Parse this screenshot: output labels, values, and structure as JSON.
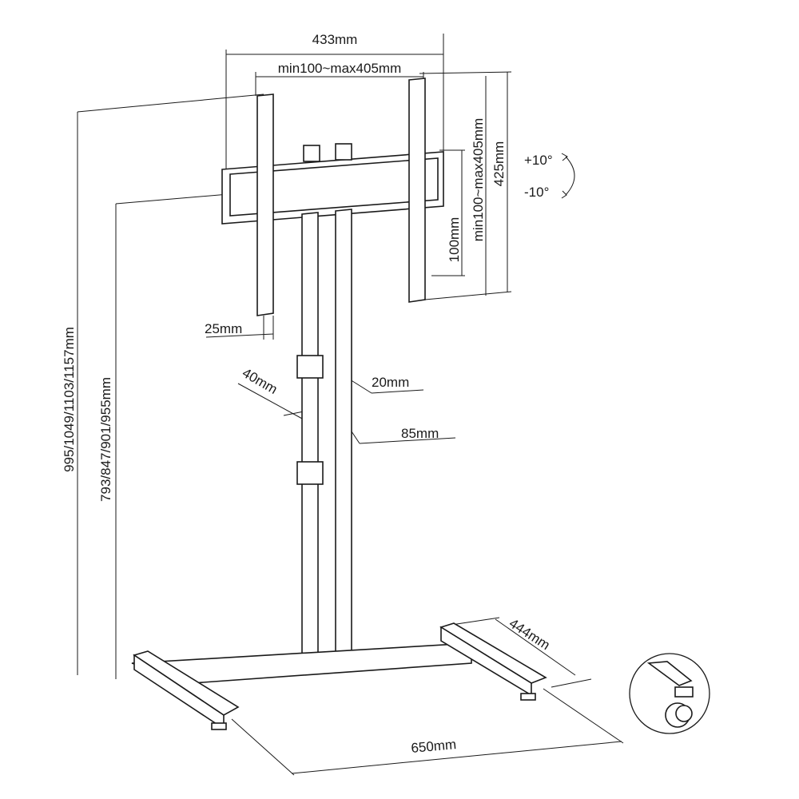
{
  "dimensions": {
    "overall_width": "433mm",
    "vesa_horizontal": "min100~max405mm",
    "tilt_up": "+10°",
    "tilt_down": "-10°",
    "bracket_height": "425mm",
    "vesa_vertical": "min100~max405mm",
    "vesa_min": "100mm",
    "wall_gap": "25mm",
    "column_depth": "20mm",
    "column_width": "40mm",
    "column_pair_width": "85mm",
    "total_height": "995/1049/1103/1157mm",
    "center_height": "793/847/901/955mm",
    "base_depth": "444mm",
    "base_width": "650mm"
  }
}
